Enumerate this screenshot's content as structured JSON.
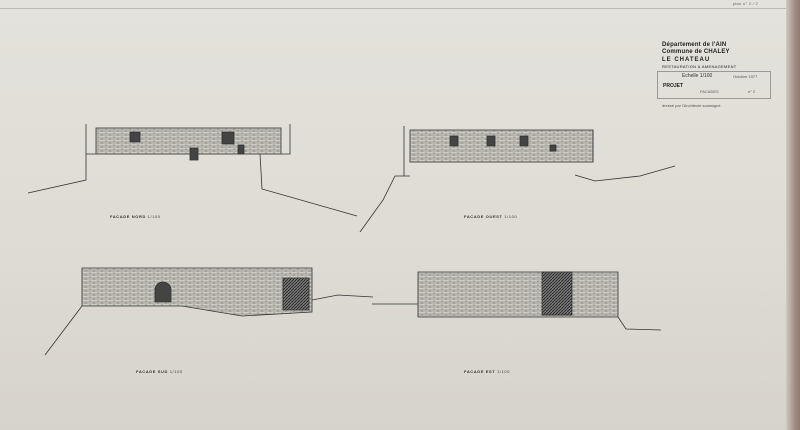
{
  "sheet_ref": "plan n° 2 / 2",
  "title_block": {
    "department": "Département de l'AIN",
    "commune": "Commune de CHALEY",
    "building": "LE CHATEAU",
    "subtitle": "RESTAURATION & AMENAGEMENT",
    "scale": "Echelle 1/100",
    "date": "Octobre 1977",
    "phase": "PROJET",
    "sheet_title": "FACADES",
    "sheet_no": "n° 2",
    "note": "dressé par l'Architecte soussigné"
  },
  "elevations": [
    {
      "label": "FACADE NORD",
      "scale": "1/100"
    },
    {
      "label": "FACADE OUEST",
      "scale": "1/100"
    },
    {
      "label": "FACADE SUD",
      "scale": "1/100"
    },
    {
      "label": "FACADE EST",
      "scale": "1/100"
    }
  ]
}
